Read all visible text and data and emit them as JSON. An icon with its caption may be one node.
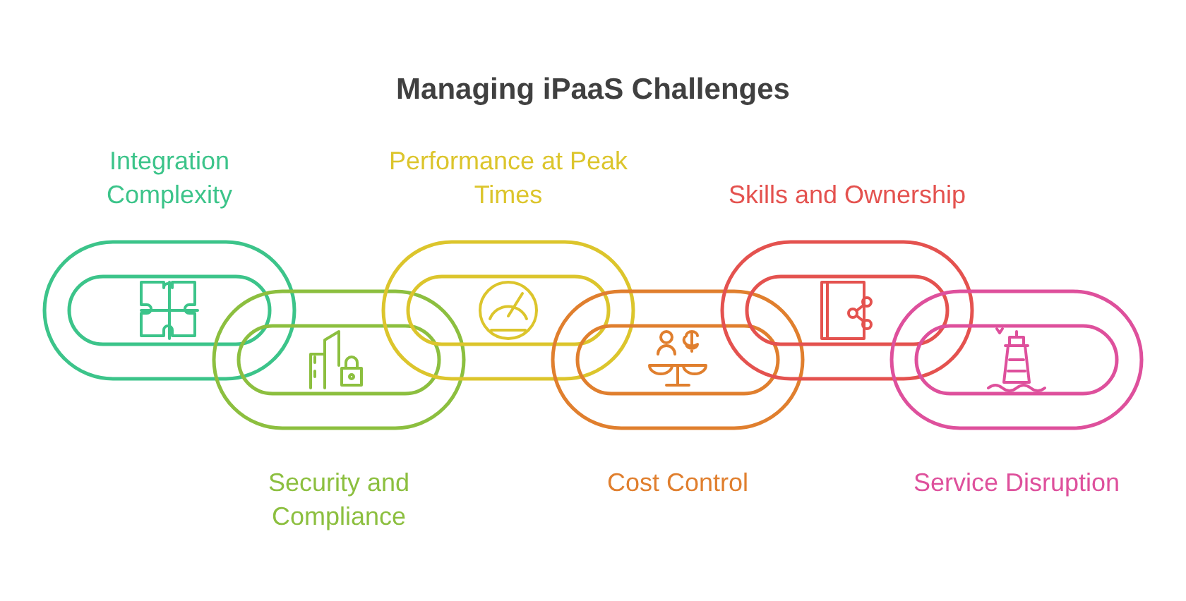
{
  "diagram": {
    "title": "Managing iPaaS Challenges",
    "nodes": [
      {
        "text": [
          "Integration Complexity"
        ]
      },
      {
        "text": [
          "Security and Compliance"
        ]
      },
      {
        "text": [
          "Performance at Peak Times"
        ]
      },
      {
        "text": [
          "Cost Control"
        ]
      },
      {
        "text": [
          "Skills and Ownership"
        ]
      },
      {
        "text": [
          "Service Disruption"
        ]
      }
    ]
  }
}
